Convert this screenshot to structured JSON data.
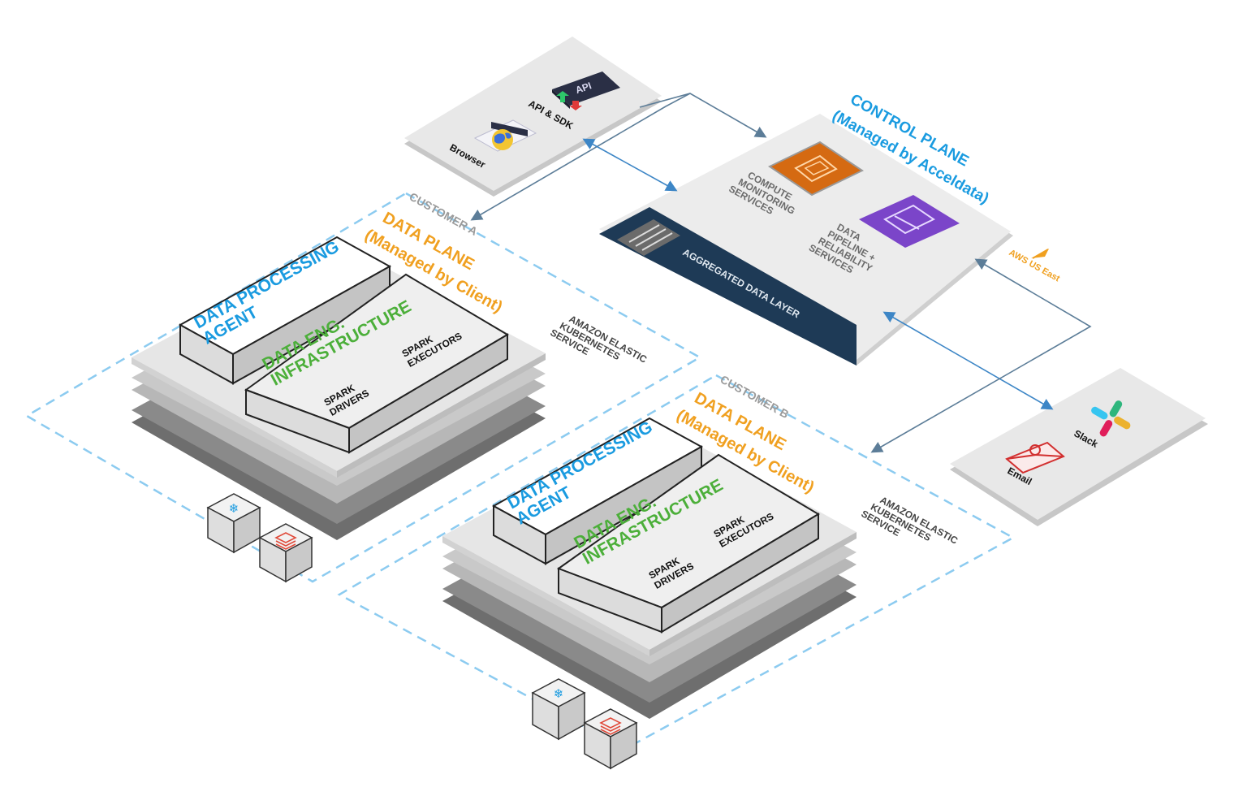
{
  "colors": {
    "accent_blue": "#1a9be0",
    "accent_orange": "#f0a020",
    "accent_green": "#4caf3a",
    "dashed_border": "#8ccbf0",
    "connector": "#6a8aa6",
    "connector_blue": "#3d86c6",
    "dark_layer": "#1e3a56"
  },
  "client_access": {
    "api_label": "API & SDK",
    "api_icon_text": "API",
    "browser_label": "Browser"
  },
  "control_plane": {
    "title": "CONTROL PLANE",
    "subtitle": "(Managed by Acceldata)",
    "compute_label_1": "COMPUTE",
    "compute_label_2": "MONITORING",
    "compute_label_3": "SERVICES",
    "pipeline_label_1": "DATA",
    "pipeline_label_2": "PIPELINE +",
    "pipeline_label_3": "RELIABILITY",
    "pipeline_label_4": "SERVICES",
    "aggregated_label": "AGGREGATED DATA LAYER",
    "region_label": "AWS US East"
  },
  "customers": [
    {
      "customer_label": "CUSTOMER A",
      "plane_title": "DATA PLANE",
      "plane_subtitle": "(Managed by Client)",
      "agent_label_1": "DATA PROCESSING",
      "agent_label_2": "AGENT",
      "infra_label_1": "DATA ENG.",
      "infra_label_2": "INFRASTRUCTURE",
      "spark_drivers_1": "SPARK",
      "spark_drivers_2": "DRIVERS",
      "spark_executors_1": "SPARK",
      "spark_executors_2": "EXECUTORS",
      "eks_1": "AMAZON ELASTIC",
      "eks_2": "KUBERNETES",
      "eks_3": "SERVICE"
    },
    {
      "customer_label": "CUSTOMER B",
      "plane_title": "DATA PLANE",
      "plane_subtitle": "(Managed by Client)",
      "agent_label_1": "DATA PROCESSING",
      "agent_label_2": "AGENT",
      "infra_label_1": "DATA ENG.",
      "infra_label_2": "INFRASTRUCTURE",
      "spark_drivers_1": "SPARK",
      "spark_drivers_2": "DRIVERS",
      "spark_executors_1": "SPARK",
      "spark_executors_2": "EXECUTORS",
      "eks_1": "AMAZON ELASTIC",
      "eks_2": "KUBERNETES",
      "eks_3": "SERVICE"
    }
  ],
  "notifications": {
    "slack_label": "Slack",
    "email_label": "Email"
  },
  "icons": [
    "api-icon",
    "browser-icon",
    "compute-chip-icon",
    "pipeline-icon",
    "database-grid-icon",
    "slack-icon",
    "email-icon",
    "snowflake-icon",
    "stack-icon",
    "region-arrow-icon"
  ]
}
